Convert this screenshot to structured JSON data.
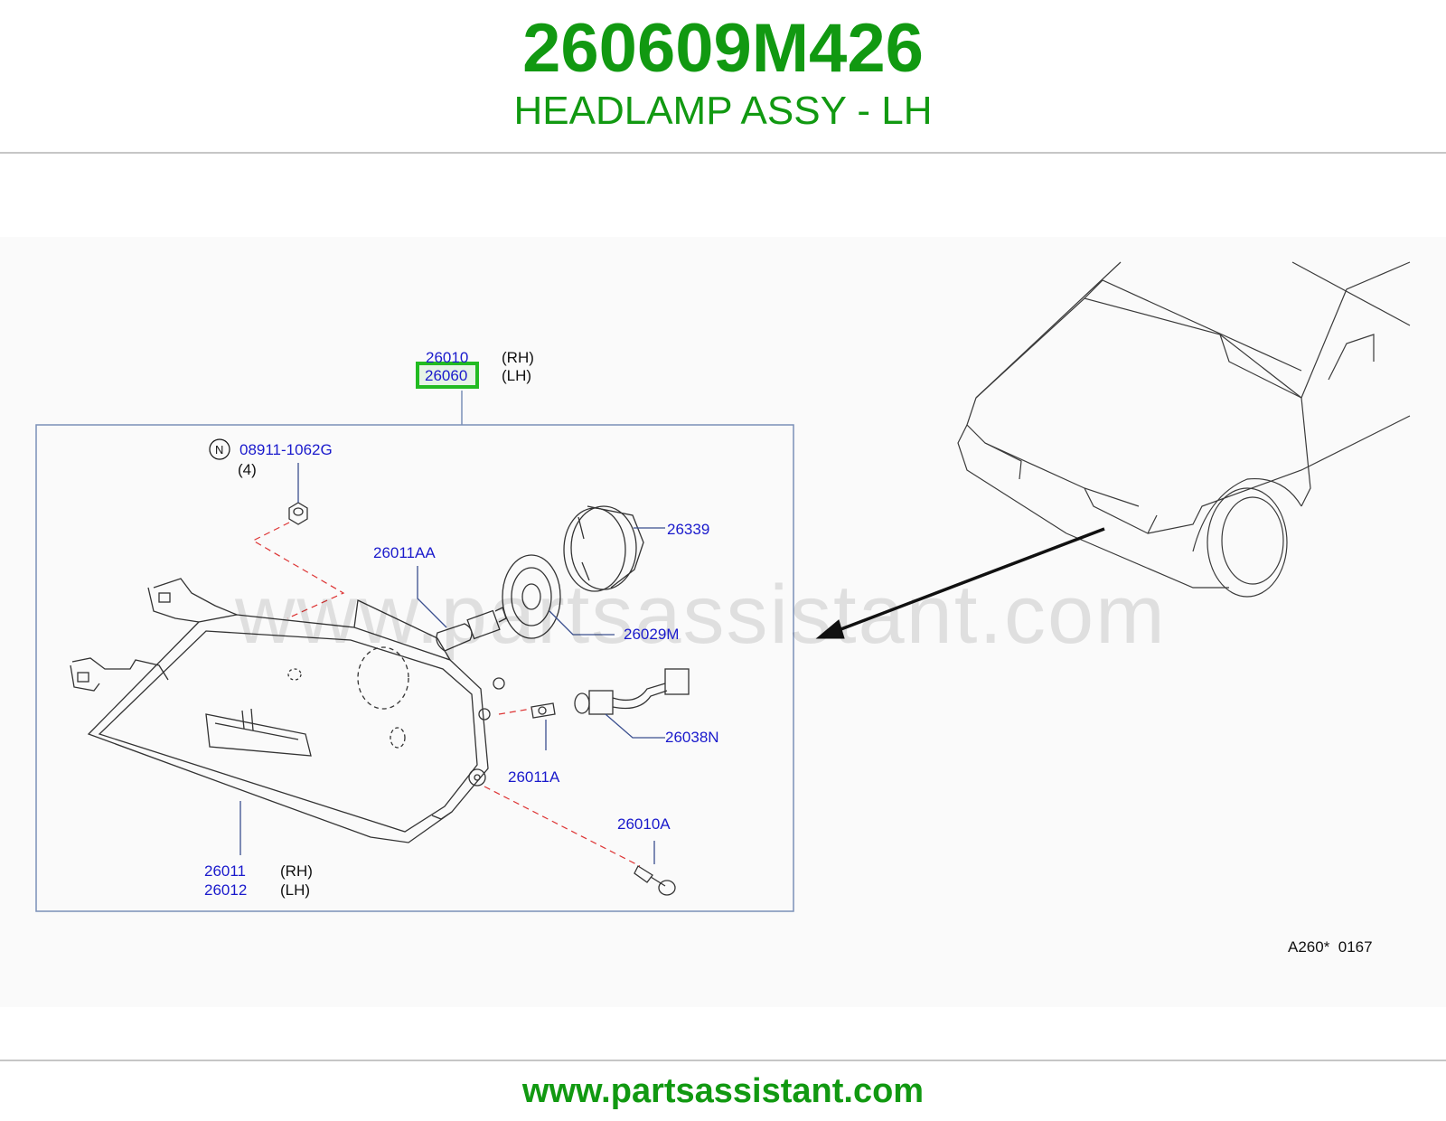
{
  "header": {
    "part_number": "260609M426",
    "part_name": "HEADLAMP ASSY - LH"
  },
  "diagram": {
    "ref_code": "A260*  0167",
    "watermark": "www.partsassistant.com",
    "highlighted_callout": "26060",
    "callouts": {
      "c26010": "26010",
      "c26060": "26060",
      "rh_top": "(RH)",
      "lh_top": "(LH)",
      "c08911": "08911-1062G",
      "qty4": "(4)",
      "n_marker": "N",
      "c26339": "26339",
      "c26011aa": "26011AA",
      "c26029m": "26029M",
      "c26038n": "26038N",
      "c26011a": "26011A",
      "c26010a": "26010A",
      "c26011": "26011",
      "c26012": "26012",
      "rh_bottom": "(RH)",
      "lh_bottom": "(LH)"
    },
    "colors": {
      "callout_blue": "#1a1acc",
      "highlight_green": "#22bb22",
      "brand_green": "#119911",
      "frame_blue": "#7a8fb8",
      "dash_red": "#dd3333"
    }
  },
  "footer": {
    "url": "www.partsassistant.com"
  }
}
